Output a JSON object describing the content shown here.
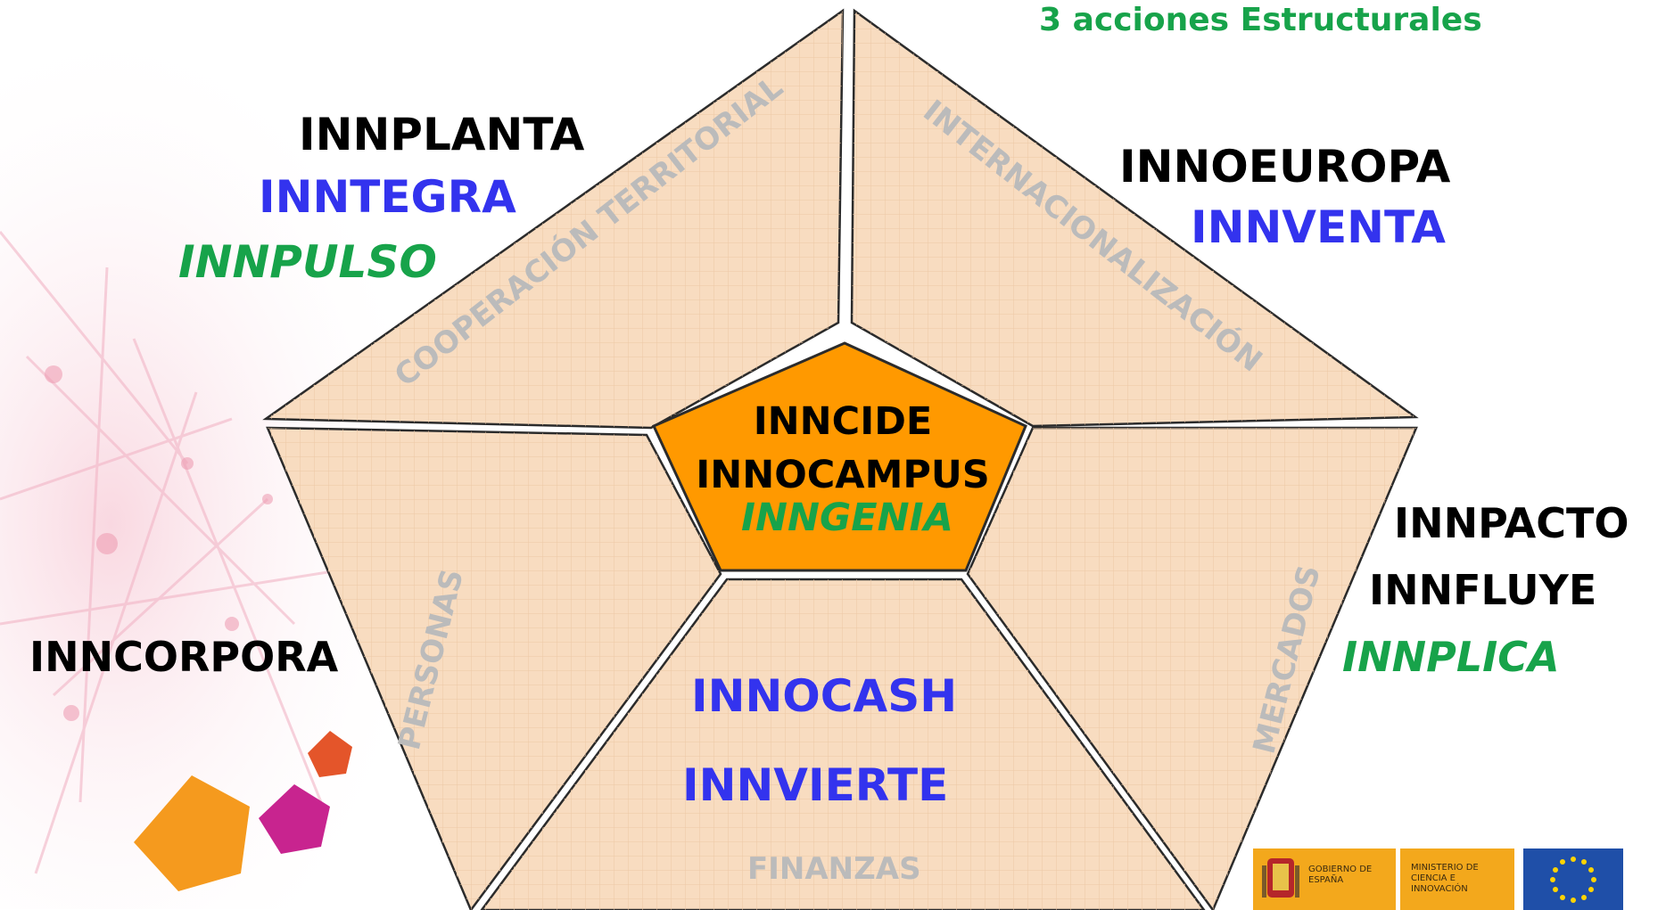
{
  "top_right_header": "3 acciones Estructurales",
  "center": {
    "line1": "INNCIDE",
    "line2": "INNOCAMPUS",
    "line3": "INNGENIA"
  },
  "sections": {
    "cooperacion": "COOPERACIÓN TERRITORIAL",
    "internacionalizacion": "INTERNACIONALIZACIÓN",
    "personas": "PERSONAS",
    "mercados": "MERCADOS",
    "finanzas": "FINANZAS"
  },
  "groups": {
    "top_left": [
      "INNPLANTA",
      "INNTEGRA",
      "INNPULSO"
    ],
    "top_right": [
      "INNOEUROPA",
      "INNVENTA"
    ],
    "right": [
      "INNPACTO",
      "INNFLUYE",
      "INNPLICA"
    ],
    "left": [
      "INNCORPORA"
    ],
    "bottom": [
      "INNOCASH",
      "INNVIERTE"
    ]
  },
  "logos": {
    "gobierno": "GOBIERNO DE ESPAÑA",
    "ministerio": "MINISTERIO DE CIENCIA E INNOVACIÓN"
  },
  "colors": {
    "segment_fill": "#f8dcc0",
    "center_fill": "#ff9900",
    "black_label": "#000000",
    "blue_label": "#3333ee",
    "green_label": "#17a34a",
    "section_text": "#bbbbbb"
  }
}
